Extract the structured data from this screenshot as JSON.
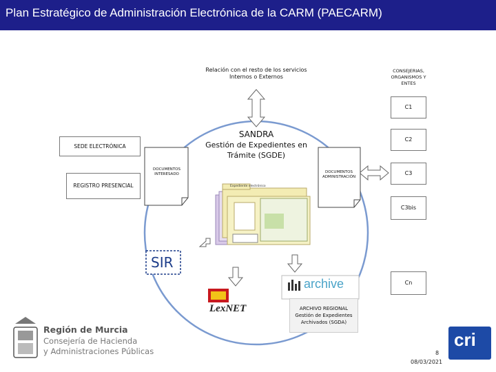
{
  "header": {
    "title": "Plan Estratégico de Administración Electrónica de la CARM (PAECARM)"
  },
  "diagram": {
    "relation_label": "Relación con el resto de los servicios Internos o Externos",
    "consejerias_label": "CONSEJERIAS, ORGANISMOS Y ENTES",
    "c_boxes": [
      "C1",
      "C2",
      "C3",
      "C3bis",
      "Cn"
    ],
    "sandra_title": "SANDRA",
    "sandra_subtitle": "Gestión de Expedientes en Trámite (SGDE)",
    "sede_label": "SEDE ELECTRÓNICA",
    "registro_label": "REGISTRO PRESENCIAL",
    "doc_interesado": "DOCUMENTOS INTERESADO",
    "doc_administracion": "DOCUMENTOS ADMINISTRACIÓN",
    "sir_label": "SIR",
    "archive_logo": "archive",
    "lexnet_logo": "LexNET",
    "archivo_regional": "ARCHIVO REGIONAL Gestión de Expedientes Archivados (SGDA)",
    "expediente_tab": "Expediente electrónico"
  },
  "footer": {
    "region_name": "Región de Murcia",
    "consejeria": "Consejería de Hacienda",
    "administraciones": "y Administraciones Públicas",
    "page_number": "8",
    "date": "08/03/2021",
    "cri_logo": "cri"
  }
}
